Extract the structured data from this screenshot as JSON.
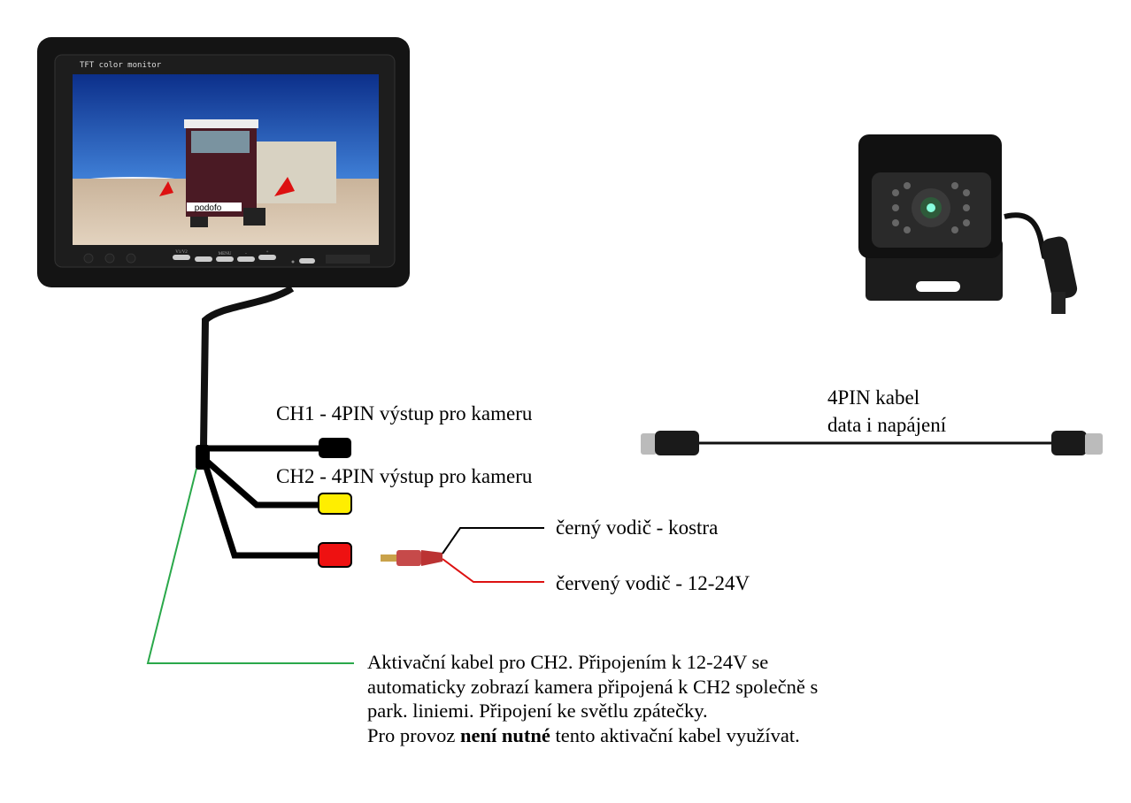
{
  "monitor": {
    "bezel_label": "TFT color monitor",
    "screen_watermark": "podofo",
    "button_labels": [
      "V1/V2",
      "MENU",
      "-",
      "+"
    ]
  },
  "labels": {
    "ch1": "CH1 - 4PIN výstup pro kameru",
    "ch2": "CH2 - 4PIN výstup pro kameru",
    "black_wire": "černý vodič - kostra",
    "red_wire": "červený vodič - 12-24V",
    "cable_line1": "4PIN kabel",
    "cable_line2": "data i napájení"
  },
  "note": {
    "line1": "Aktivační kabel pro CH2. Připojením k 12-24V se",
    "line2": "automaticky zobrazí kamera připojená k CH2 společně s",
    "line3": "park. liniemi. Připojení ke světlu zpátečky.",
    "line4_pre": "Pro provoz ",
    "line4_bold": "není nutné",
    "line4_post": " tento aktivační kabel využívat."
  },
  "colors": {
    "ch1_connector": "#000000",
    "ch2_connector": "#ffee00",
    "power_connector": "#ee1111",
    "activation_wire": "#2aa84a",
    "red_wire": "#dd1111",
    "black_wire": "#000000"
  }
}
